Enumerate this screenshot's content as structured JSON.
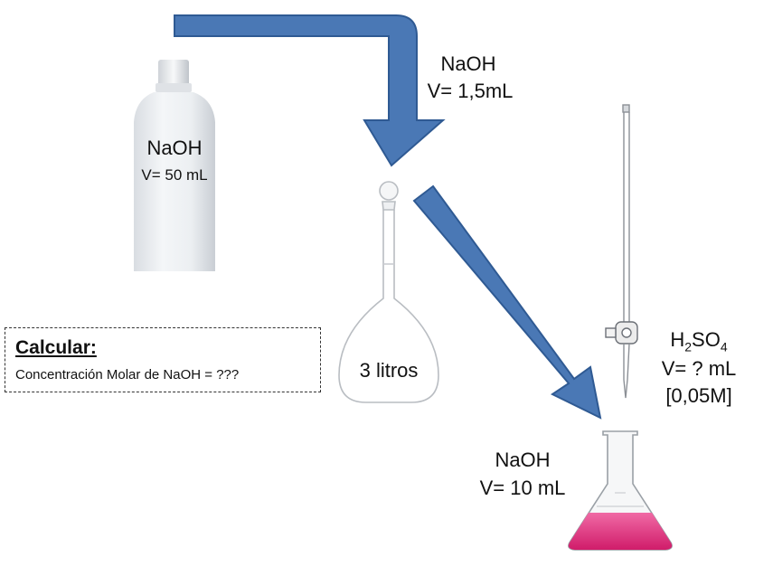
{
  "bottle": {
    "line1": "NaOH",
    "line2": "V= 50 mL"
  },
  "transfer_top": {
    "line1": "NaOH",
    "line2": "V= 1,5mL"
  },
  "flask": {
    "label": "3 litros"
  },
  "burette": {
    "formula_h": "H",
    "formula_sub1": "2",
    "formula_so": "SO",
    "formula_sub2": "4",
    "volume": "V= ? mL",
    "concentration": "[0,05M]"
  },
  "erlenmeyer": {
    "line1": "NaOH",
    "line2": "V= 10 mL"
  },
  "calc": {
    "title": "Calcular:",
    "text": "Concentración Molar de NaOH = ???"
  },
  "colors": {
    "arrow": "#4a78b5",
    "arrow_stroke": "#2f5a93",
    "solution": "#e0307a"
  },
  "icons": [
    "bottle-icon",
    "volumetric-flask-icon",
    "burette-icon",
    "erlenmeyer-flask-icon",
    "arrow-icon"
  ]
}
